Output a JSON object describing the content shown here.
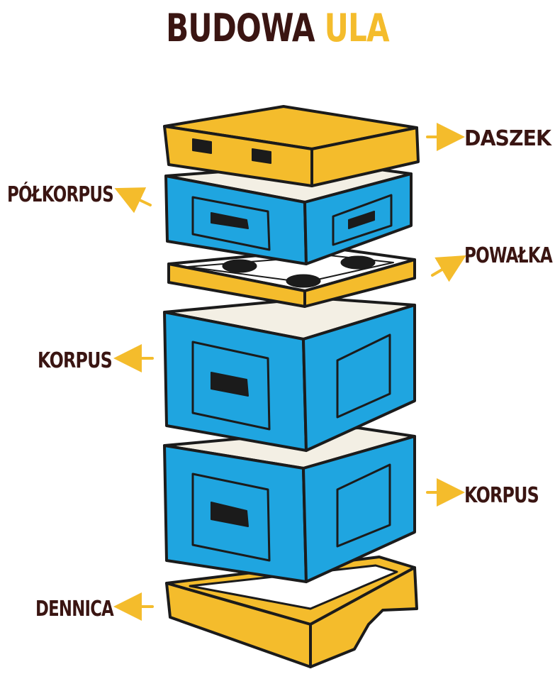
{
  "title": {
    "word1": "BUDOWA",
    "word2": "ULA"
  },
  "colors": {
    "title_dark": "#3a1512",
    "accent_yellow": "#f4bc2c",
    "box_blue": "#1fa5e0",
    "panel_cream": "#f3efe4",
    "outline": "#1b1b1b"
  },
  "labels": {
    "daszek": "DASZEK",
    "polkorpus": "PÓŁKORPUS",
    "powalka": "POWAŁKA",
    "korpus_left": "KORPUS",
    "korpus_right": "KORPUS",
    "dennica": "DENNICA"
  }
}
